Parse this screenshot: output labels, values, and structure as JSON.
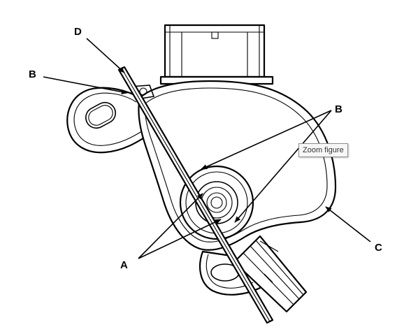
{
  "labels": {
    "d": "D",
    "b_left": "B",
    "b_right": "B",
    "a": "A",
    "c": "C"
  },
  "tooltip": {
    "text": "Zoom figure"
  },
  "colors": {
    "line": "#000000",
    "background": "#ffffff",
    "tooltip_bg": "#f7f7f7",
    "tooltip_border": "#8e8e8e"
  }
}
